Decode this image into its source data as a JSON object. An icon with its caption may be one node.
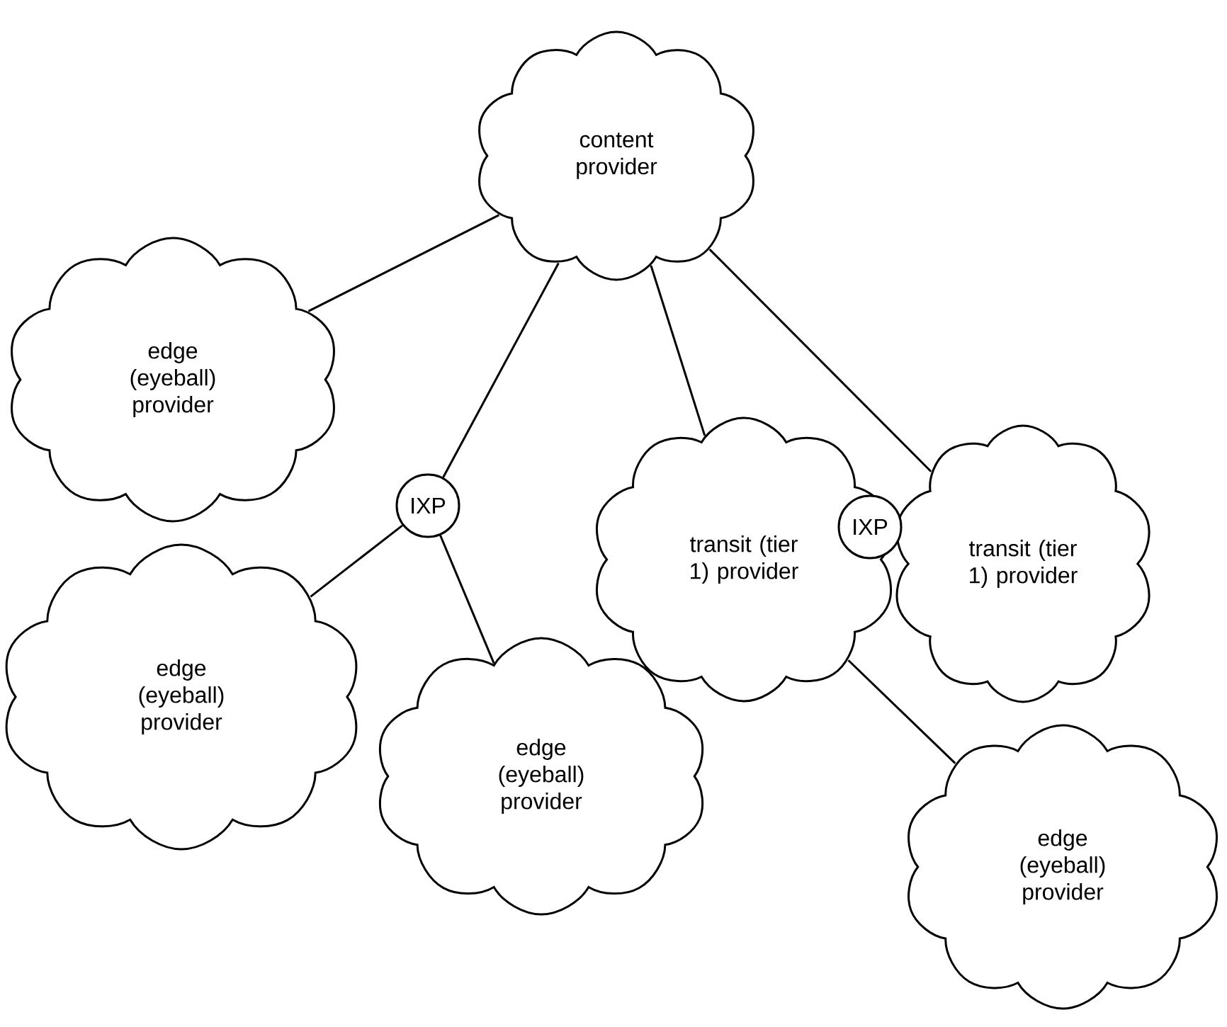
{
  "diagram": {
    "nodes": [
      {
        "text": [
          "content provider"
        ]
      },
      {
        "text": [
          "edge (eyeball) provider"
        ]
      },
      {
        "text": [
          "IXP"
        ]
      },
      {
        "text": [
          "edge (eyeball) provider"
        ]
      },
      {
        "text": [
          "edge (eyeball) provider"
        ]
      },
      {
        "text": [
          "transit (tier 1) provider"
        ]
      },
      {
        "text": [
          "IXP"
        ]
      },
      {
        "text": [
          "transit (tier 1) provider"
        ]
      },
      {
        "text": [
          "edge (eyeball) provider"
        ]
      }
    ],
    "edges": [
      {
        "from": 0,
        "to": 1,
        "arrow": "none"
      },
      {
        "from": 0,
        "to": 2,
        "arrow": "none"
      },
      {
        "from": 0,
        "to": 5,
        "arrow": "none"
      },
      {
        "from": 0,
        "to": 7,
        "arrow": "none"
      },
      {
        "from": 2,
        "to": 3,
        "arrow": "none"
      },
      {
        "from": 2,
        "to": 4,
        "arrow": "none"
      },
      {
        "from": 5,
        "to": 8,
        "arrow": "none"
      }
    ]
  }
}
